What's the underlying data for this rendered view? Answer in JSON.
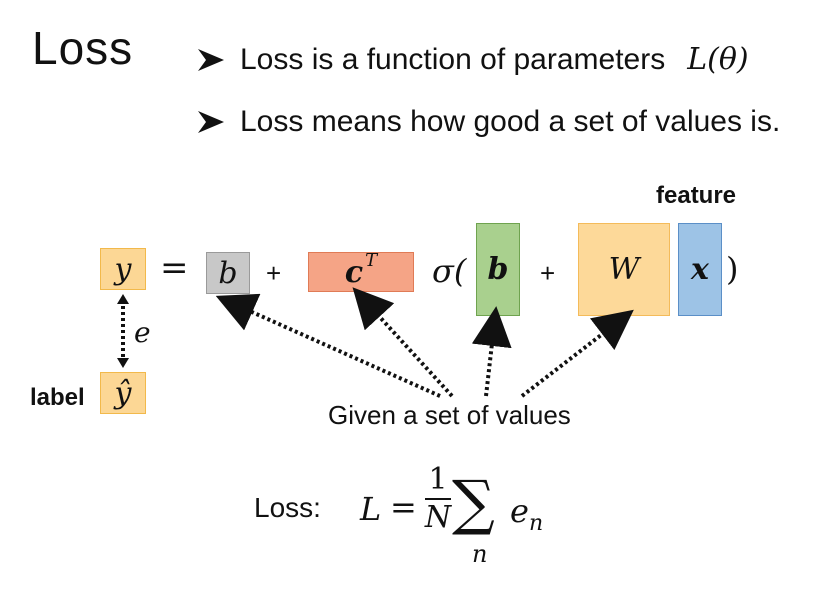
{
  "slide": {
    "title": "Loss",
    "bullets": [
      {
        "text": "Loss is a function of parameters",
        "math": "L(θ)"
      },
      {
        "text": "Loss means how good a set of values is.",
        "math": ""
      }
    ]
  },
  "diagram": {
    "feature_label": "feature",
    "label_text": "label",
    "y": "y",
    "equals": "=",
    "b1": "b",
    "plus1": "+",
    "cT_base": "c",
    "cT_sup": "T",
    "sigma": "σ(",
    "b2": "b",
    "plus2": "+",
    "W": "W",
    "x": "x",
    "close": ")",
    "e": "e",
    "yhat": "ŷ",
    "given": "Given a set of values"
  },
  "formula": {
    "prefix": "Loss:",
    "lhs": "L",
    "eq": "=",
    "num": "1",
    "den": "N",
    "sum": "∑",
    "sub": "n",
    "term": "e",
    "term_sub": "n"
  },
  "colors": {
    "yellow_fill": "#fcd795",
    "yellow_border": "#f2b94b",
    "gray_fill": "#c8c8c8",
    "gray_border": "#9a9a9a",
    "red_fill": "#f5a486",
    "red_border": "#e07b56",
    "green_fill": "#a9d08e",
    "green_border": "#6fa34f",
    "blue_fill": "#9dc3e6",
    "blue_border": "#5b8fc7",
    "orange_fill": "#fdd999",
    "orange_border": "#f4bb5a"
  }
}
